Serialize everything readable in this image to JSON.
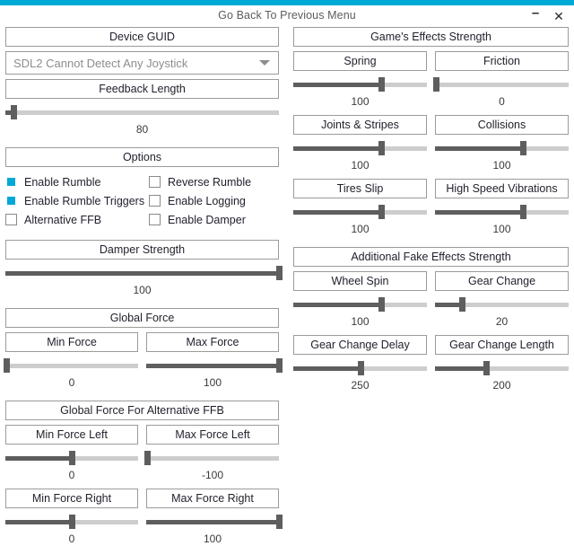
{
  "window": {
    "title": "Go Back To Previous Menu",
    "minimize_label": "–",
    "close_label": "✕",
    "accent_color": "#00aad4",
    "checkbox_on_color": "#00a8d6"
  },
  "left": {
    "device_guid": {
      "header": "Device GUID",
      "combo_value": "SDL2 Cannot Detect Any Joystick",
      "combo_arrow_icon": "chevron-down-icon"
    },
    "feedback_length": {
      "label": "Feedback Length",
      "value": "80",
      "percent": 3
    },
    "options": {
      "header": "Options",
      "items": [
        {
          "label": "Enable Rumble",
          "checked": true
        },
        {
          "label": "Reverse Rumble",
          "checked": false
        },
        {
          "label": "Enable Rumble Triggers",
          "checked": true
        },
        {
          "label": "Enable Logging",
          "checked": false
        },
        {
          "label": "Alternative FFB",
          "checked": false
        },
        {
          "label": "Enable Damper",
          "checked": false
        }
      ]
    },
    "damper_strength": {
      "label": "Damper Strength",
      "value": "100",
      "percent": 100
    },
    "global_force": {
      "header": "Global Force",
      "min_force": {
        "label": "Min Force",
        "value": "0",
        "percent": 0
      },
      "max_force": {
        "label": "Max Force",
        "value": "100",
        "percent": 100
      }
    },
    "global_force_alt": {
      "header": "Global Force For Alternative FFB",
      "min_force_left": {
        "label": "Min Force Left",
        "value": "0",
        "percent": 50
      },
      "max_force_left": {
        "label": "Max Force Left",
        "value": "-100",
        "percent": 1
      },
      "min_force_right": {
        "label": "Min Force Right",
        "value": "0",
        "percent": 50
      },
      "max_force_right": {
        "label": "Max Force Right",
        "value": "100",
        "percent": 100
      }
    }
  },
  "right": {
    "game_effects": {
      "header": "Game's Effects Strength",
      "sliders": [
        {
          "label": "Spring",
          "value": "100",
          "percent": 66
        },
        {
          "label": "Friction",
          "value": "0",
          "percent": 1
        },
        {
          "label": "Joints & Stripes",
          "value": "100",
          "percent": 66
        },
        {
          "label": "Collisions",
          "value": "100",
          "percent": 66
        },
        {
          "label": "Tires Slip",
          "value": "100",
          "percent": 66
        },
        {
          "label": "High Speed Vibrations",
          "value": "100",
          "percent": 66
        }
      ]
    },
    "fake_effects": {
      "header": "Additional Fake Effects Strength",
      "sliders": [
        {
          "label": "Wheel Spin",
          "value": "100",
          "percent": 66
        },
        {
          "label": "Gear Change",
          "value": "20",
          "percent": 20
        },
        {
          "label": "Gear Change Delay",
          "value": "250",
          "percent": 50
        },
        {
          "label": "Gear Change Length",
          "value": "200",
          "percent": 38
        }
      ]
    }
  }
}
